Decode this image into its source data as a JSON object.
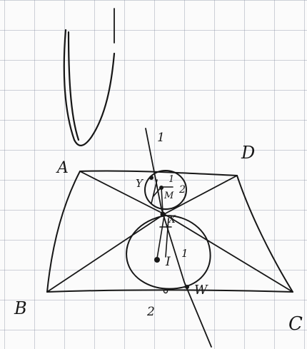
{
  "labels": {
    "A": "A",
    "B": "B",
    "C": "C",
    "D": "D",
    "X": "X",
    "Y": "Y",
    "M": "M",
    "I": "I",
    "W": "W",
    "one_top": "1",
    "one_small": "1",
    "two_small": "2",
    "one_big": "1",
    "two_bottom": "2"
  },
  "colors": {
    "ink": "#171717",
    "grid": "#8c96a8",
    "paper": "#fbfbfb"
  }
}
